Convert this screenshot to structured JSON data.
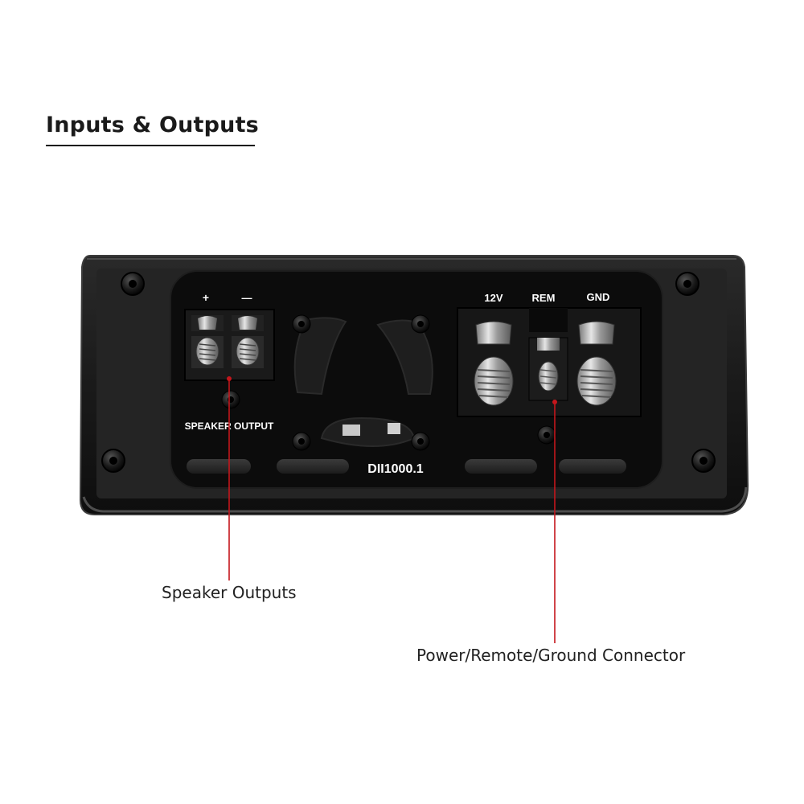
{
  "heading": "Inputs & Outputs",
  "product": {
    "terminals": {
      "plus": "+",
      "minus": "—",
      "v12": "12V",
      "rem": "REM",
      "gnd": "GND"
    },
    "speaker_output_label": "SPEAKER OUTPUT",
    "model": "DII1000.1"
  },
  "callouts": {
    "speaker_outputs": "Speaker Outputs",
    "power_connector": "Power/Remote/Ground Connector"
  },
  "colors": {
    "callout_line": "#c4161c",
    "chassis": "#1b1b1b",
    "panel": "#0d0d0d"
  }
}
